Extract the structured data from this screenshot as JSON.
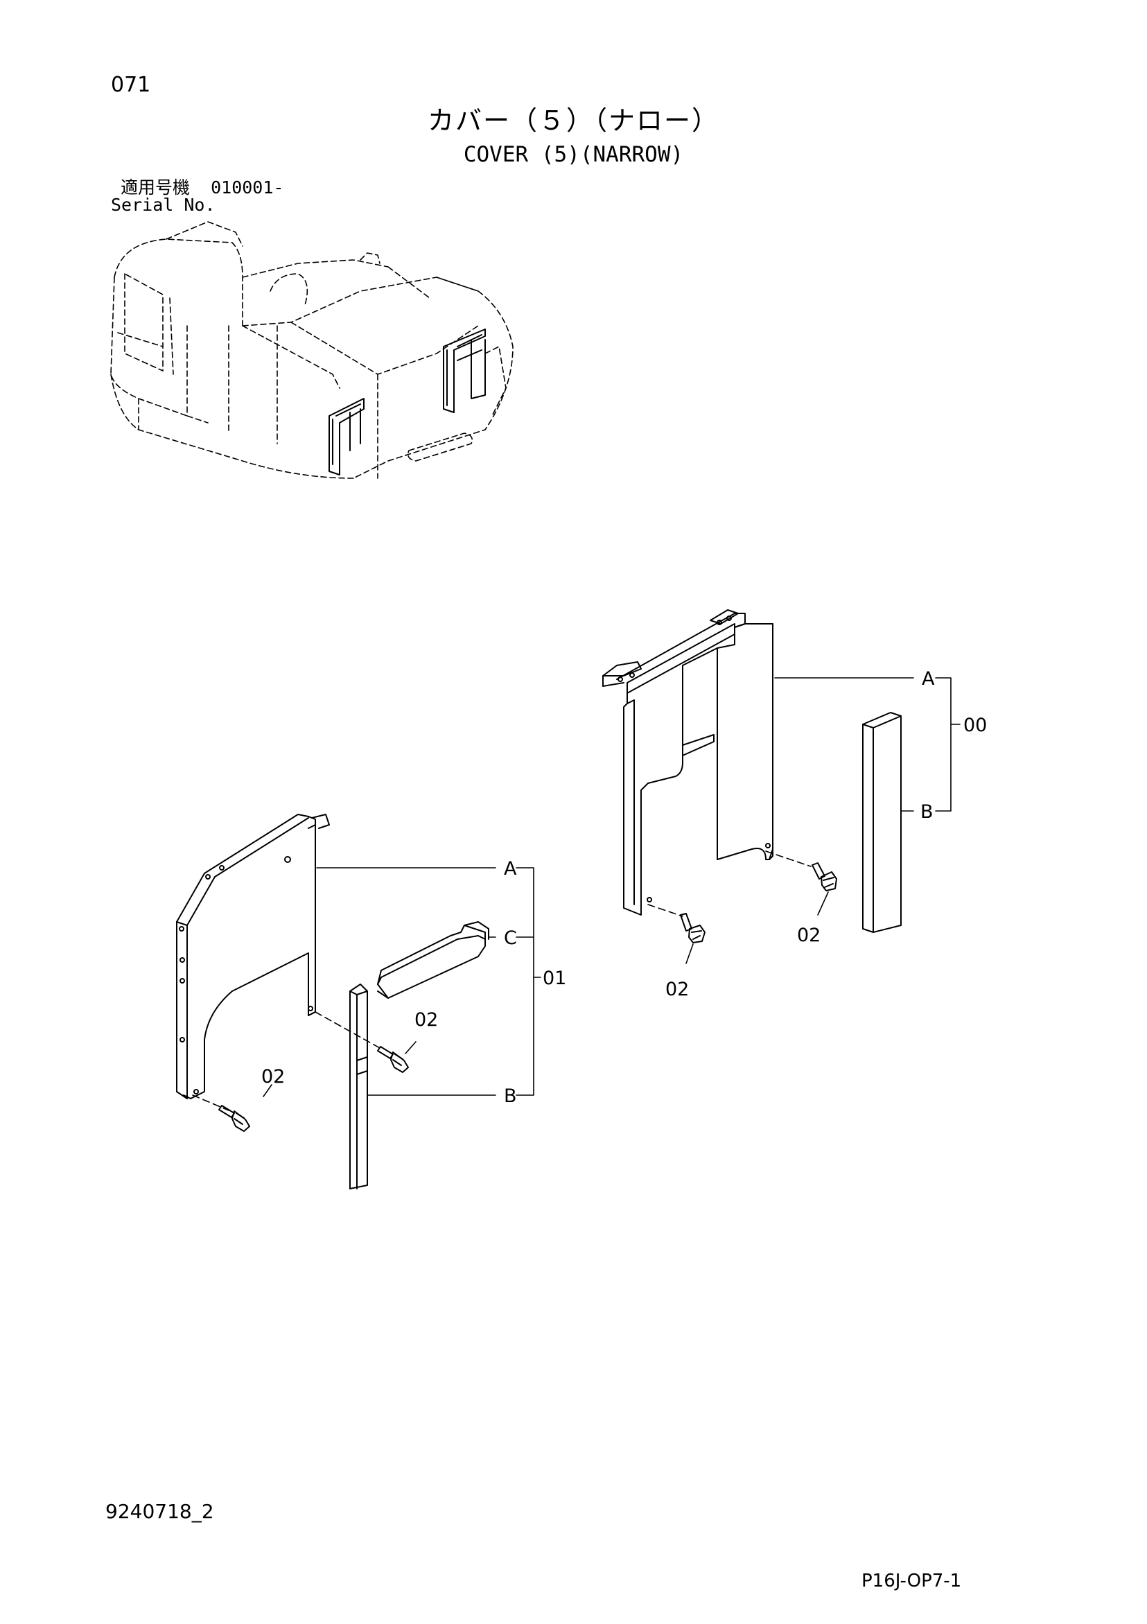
{
  "header": {
    "page_number": "071",
    "title_jp": "カバー（５）（ナロー）",
    "title_en": "COVER (5)(NARROW)",
    "serial_label_jp": "適用号機  010001-",
    "serial_label_en": "Serial No."
  },
  "callouts": {
    "ref_a1": "A",
    "ref_b1": "B",
    "ref_c": "C",
    "ref_a2": "A",
    "ref_b2": "B",
    "part_00": "00",
    "part_01": "01",
    "part_02_a": "02",
    "part_02_b": "02",
    "part_02_c": "02",
    "part_02_d": "02"
  },
  "footer": {
    "doc_number": "9240718_2",
    "page_code": "P16J-OP7-1"
  }
}
